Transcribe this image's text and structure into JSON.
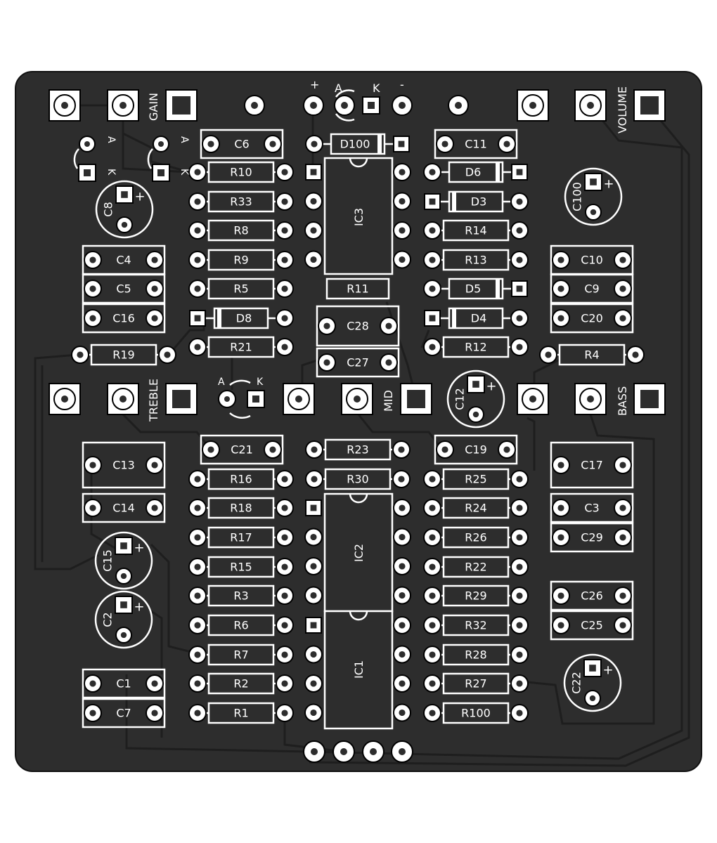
{
  "colors": {
    "board": "#2d2d2d",
    "edge": "#1a1a1a",
    "silk": "#ffffff",
    "pad": "#ffffff",
    "hole": "#2d2d2d",
    "trace": "#1e1e1e",
    "background": "#ffffff"
  },
  "pots": [
    {
      "label": "GAIN"
    },
    {
      "label": "VOLUME"
    },
    {
      "label": "TREBLE"
    },
    {
      "label": "MID"
    },
    {
      "label": "BASS"
    }
  ],
  "ics": [
    {
      "label": "IC3"
    },
    {
      "label": "IC2"
    },
    {
      "label": "IC1"
    }
  ],
  "led_marks": {
    "anode": "A",
    "cathode": "K",
    "plus": "+",
    "minus": "-"
  },
  "film_caps": [
    {
      "label": "C6"
    },
    {
      "label": "C11"
    },
    {
      "label": "C4"
    },
    {
      "label": "C5"
    },
    {
      "label": "C16"
    },
    {
      "label": "C10"
    },
    {
      "label": "C9"
    },
    {
      "label": "C20"
    },
    {
      "label": "C28"
    },
    {
      "label": "C27"
    },
    {
      "label": "C21"
    },
    {
      "label": "C19"
    },
    {
      "label": "C13"
    },
    {
      "label": "C14"
    },
    {
      "label": "C17"
    },
    {
      "label": "C3"
    },
    {
      "label": "C29"
    },
    {
      "label": "C26"
    },
    {
      "label": "C25"
    },
    {
      "label": "C1"
    },
    {
      "label": "C7"
    }
  ],
  "electrolytic_caps": [
    {
      "label": "C8"
    },
    {
      "label": "C100"
    },
    {
      "label": "C12"
    },
    {
      "label": "C15"
    },
    {
      "label": "C2"
    },
    {
      "label": "C22"
    }
  ],
  "resistors": [
    {
      "label": "R10"
    },
    {
      "label": "R33"
    },
    {
      "label": "R8"
    },
    {
      "label": "R9"
    },
    {
      "label": "R5"
    },
    {
      "label": "R21"
    },
    {
      "label": "R19"
    },
    {
      "label": "R11"
    },
    {
      "label": "R14"
    },
    {
      "label": "R13"
    },
    {
      "label": "R12"
    },
    {
      "label": "R4"
    },
    {
      "label": "R23"
    },
    {
      "label": "R30"
    },
    {
      "label": "R16"
    },
    {
      "label": "R18"
    },
    {
      "label": "R17"
    },
    {
      "label": "R15"
    },
    {
      "label": "R3"
    },
    {
      "label": "R6"
    },
    {
      "label": "R7"
    },
    {
      "label": "R2"
    },
    {
      "label": "R1"
    },
    {
      "label": "R25"
    },
    {
      "label": "R24"
    },
    {
      "label": "R26"
    },
    {
      "label": "R22"
    },
    {
      "label": "R29"
    },
    {
      "label": "R32"
    },
    {
      "label": "R28"
    },
    {
      "label": "R27"
    },
    {
      "label": "R100"
    }
  ],
  "diodes": [
    {
      "label": "D100"
    },
    {
      "label": "D6"
    },
    {
      "label": "D3"
    },
    {
      "label": "D8"
    },
    {
      "label": "D5"
    },
    {
      "label": "D4"
    }
  ]
}
